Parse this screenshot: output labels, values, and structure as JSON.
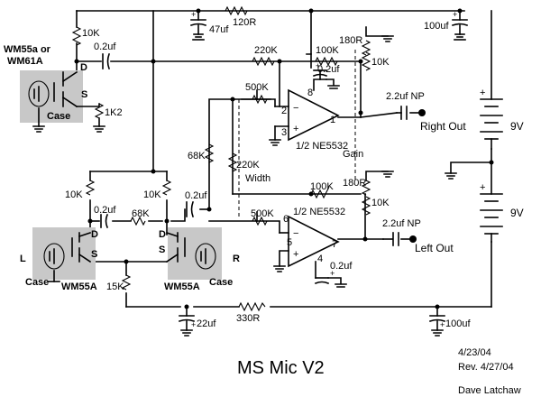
{
  "title": "MS Mic V2",
  "dates": {
    "date": "4/23/04",
    "rev": "Rev. 4/27/04",
    "author": "Dave Latchaw"
  },
  "mics": {
    "mid": {
      "model": "WM55a or",
      "model2": "WM61A",
      "case": "Case",
      "drain": "D",
      "source": "S"
    },
    "left": {
      "tag": "L",
      "model": "WM55A",
      "case": "Case",
      "drain": "D",
      "source": "S"
    },
    "right": {
      "tag": "R",
      "model": "WM55A",
      "case": "Case",
      "drain": "D",
      "source": "S"
    }
  },
  "components": {
    "r_mid_drain": "10K",
    "c_mid_coupling": "0.2uf",
    "r_mid_source": "1K2",
    "c_47uf": "47uf",
    "r_120r": "120R",
    "c_100uf_top": "100uf",
    "r_220k_top": "220K",
    "r_100k_top": "100K",
    "r_180r_top": "180R",
    "pot_10k_top": "10K",
    "c_02uf_top_pin8": "0.2uf",
    "pot_500k_top": "500K",
    "c_22uf_np_top": "2.2uf NP",
    "r_68k_left": "68K",
    "r_220k_mid": "220K",
    "r_10k_left": "10K",
    "r_10k_right": "10K",
    "c_02uf_left": "0.2uf",
    "r_68k_bottom": "68K",
    "c_02uf_right": "0.2uf",
    "r_100k_bottom": "100K",
    "r_180r_bottom": "180R",
    "pot_10k_bottom": "10K",
    "pot_500k_bottom": "500K",
    "c_22uf_np_bottom": "2.2uf NP",
    "c_02uf_pin4": "0.2uf",
    "r_15k": "15K",
    "c_22uf": "22uf",
    "r_330r": "330R",
    "c_100uf_bottom": "100uf"
  },
  "opamps": {
    "top": {
      "name": "1/2 NE5532",
      "pin_inv": "2",
      "pin_noninv": "3",
      "pin_out": "1",
      "pin_vcc": "8"
    },
    "bottom": {
      "name": "1/2 NE5532",
      "pin_inv": "6",
      "pin_noninv": "5",
      "pin_out": "7",
      "pin_vee": "4"
    }
  },
  "labels": {
    "gain": "Gain",
    "width": "Width",
    "right_out": "Right Out",
    "left_out": "Left Out",
    "battery_top": "9V",
    "battery_bottom": "9V"
  }
}
